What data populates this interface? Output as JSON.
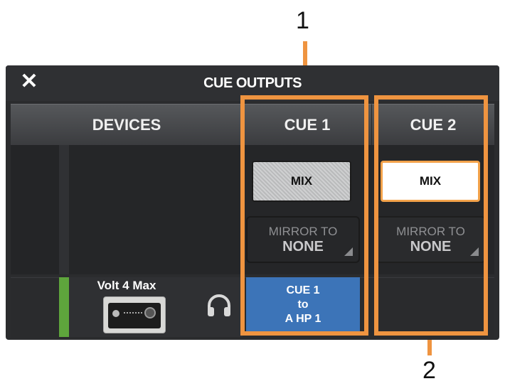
{
  "callouts": {
    "one": "1",
    "two": "2"
  },
  "window": {
    "title": "CUE OUTPUTS",
    "close_icon": "close-x-icon"
  },
  "columns": {
    "devices": "DEVICES",
    "cue1": "CUE 1",
    "cue2": "CUE 2"
  },
  "cue1": {
    "mix_label": "MIX",
    "mirror_line1": "MIRROR TO",
    "mirror_line2": "NONE"
  },
  "cue2": {
    "mix_label": "MIX",
    "mirror_line1": "MIRROR TO",
    "mirror_line2": "NONE"
  },
  "device": {
    "name": "Volt 4 Max",
    "icon": "headphones-icon"
  },
  "route": {
    "line1": "CUE 1",
    "line2": "to",
    "line3": "A HP 1"
  },
  "colors": {
    "highlight": "#ef9440",
    "route_blue": "#3c74b8",
    "active_green": "#5ea53c",
    "mix2_border": "#f3a24a"
  }
}
